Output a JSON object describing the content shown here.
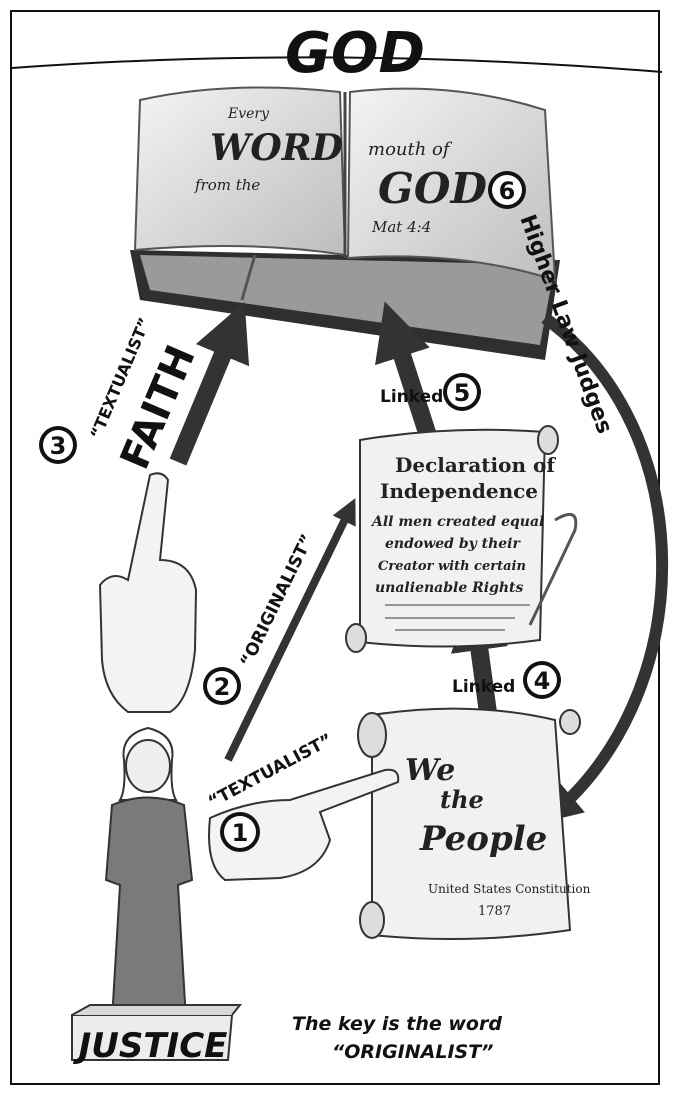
{
  "header": {
    "title": "GOD"
  },
  "bible": {
    "left_page": {
      "line1": "Every",
      "line2": "WORD",
      "line3": "from the"
    },
    "right_page": {
      "line1": "mouth of",
      "line2": "GOD",
      "line3": "Mat 4:4"
    }
  },
  "declaration": {
    "title_line1": "Declaration of",
    "title_line2": "Independence",
    "body_line1": "All men created equal",
    "body_line2": "endowed by their",
    "body_line3": "Creator with certain",
    "body_line4": "unalienable Rights"
  },
  "constitution": {
    "line1": "We",
    "line2": "the",
    "line3": "People",
    "caption": "United States Constitution",
    "year": "1787"
  },
  "steps": [
    {
      "number": "1",
      "label": "“TEXTUALIST”"
    },
    {
      "number": "2",
      "label": "“ORIGINALIST”"
    },
    {
      "number": "3",
      "label": "“TEXTUALIST”",
      "sublabel": "FAITH"
    },
    {
      "number": "4",
      "label": "Linked"
    },
    {
      "number": "5",
      "label": "Linked"
    },
    {
      "number": "6",
      "label": "Higher Law Judges"
    }
  ],
  "justice": {
    "label": "JUSTICE"
  },
  "caption": {
    "line1": "The key is the word",
    "line2": "“ORIGINALIST”"
  },
  "colors": {
    "arrow": "#333333",
    "ink": "#111111",
    "robe": "#7a7a7a",
    "paper": "#f2f2f2"
  }
}
